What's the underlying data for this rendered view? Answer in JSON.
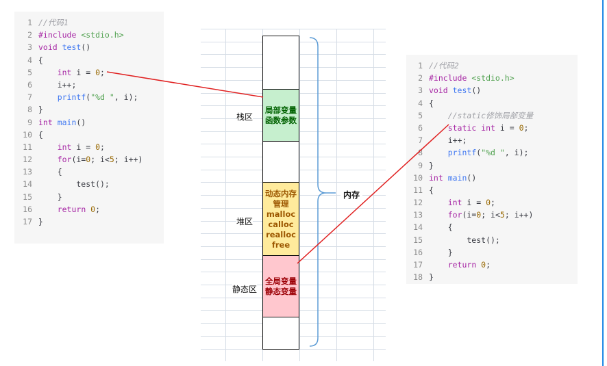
{
  "code1": {
    "lines": [
      {
        "n": "1",
        "parts": [
          [
            "c",
            "//代码1"
          ]
        ]
      },
      {
        "n": "2",
        "parts": [
          [
            "p",
            "#include "
          ],
          [
            "s",
            "<stdio.h>"
          ]
        ]
      },
      {
        "n": "3",
        "parts": [
          [
            "k",
            "void "
          ],
          [
            "f",
            "test"
          ],
          [
            "",
            "()"
          ]
        ]
      },
      {
        "n": "4",
        "parts": [
          [
            "",
            "{"
          ]
        ]
      },
      {
        "n": "5",
        "parts": [
          [
            "",
            "    "
          ],
          [
            "k",
            "int"
          ],
          [
            "",
            " i = "
          ],
          [
            "n",
            "0"
          ],
          [
            "",
            ";"
          ]
        ]
      },
      {
        "n": "6",
        "parts": [
          [
            "",
            "    i++;"
          ]
        ]
      },
      {
        "n": "7",
        "parts": [
          [
            "",
            "    "
          ],
          [
            "f",
            "printf"
          ],
          [
            "",
            "("
          ],
          [
            "s",
            "\"%d \""
          ],
          [
            "",
            ", i);"
          ]
        ]
      },
      {
        "n": "8",
        "parts": [
          [
            "",
            "}"
          ]
        ]
      },
      {
        "n": "9",
        "parts": [
          [
            "k",
            "int "
          ],
          [
            "f",
            "main"
          ],
          [
            "",
            "()"
          ]
        ]
      },
      {
        "n": "10",
        "parts": [
          [
            "",
            "{"
          ]
        ]
      },
      {
        "n": "11",
        "parts": [
          [
            "",
            "    "
          ],
          [
            "k",
            "int"
          ],
          [
            "",
            " i = "
          ],
          [
            "n",
            "0"
          ],
          [
            "",
            ";"
          ]
        ]
      },
      {
        "n": "12",
        "parts": [
          [
            "",
            "    "
          ],
          [
            "k",
            "for"
          ],
          [
            "",
            "(i="
          ],
          [
            "n",
            "0"
          ],
          [
            "",
            "; i<"
          ],
          [
            "n",
            "5"
          ],
          [
            "",
            "; i++)"
          ]
        ]
      },
      {
        "n": "13",
        "parts": [
          [
            "",
            "    {"
          ]
        ]
      },
      {
        "n": "14",
        "parts": [
          [
            "",
            "        test();"
          ]
        ]
      },
      {
        "n": "15",
        "parts": [
          [
            "",
            "    }"
          ]
        ]
      },
      {
        "n": "16",
        "parts": [
          [
            "",
            "    "
          ],
          [
            "k",
            "return "
          ],
          [
            "n",
            "0"
          ],
          [
            "",
            ";"
          ]
        ]
      },
      {
        "n": "17",
        "parts": [
          [
            "",
            "}"
          ]
        ]
      }
    ]
  },
  "code2": {
    "lines": [
      {
        "n": "1",
        "parts": [
          [
            "c",
            "//代码2"
          ]
        ]
      },
      {
        "n": "2",
        "parts": [
          [
            "p",
            "#include "
          ],
          [
            "s",
            "<stdio.h>"
          ]
        ]
      },
      {
        "n": "3",
        "parts": [
          [
            "k",
            "void "
          ],
          [
            "f",
            "test"
          ],
          [
            "",
            "()"
          ]
        ]
      },
      {
        "n": "4",
        "parts": [
          [
            "",
            "{"
          ]
        ]
      },
      {
        "n": "5",
        "parts": [
          [
            "",
            "    "
          ],
          [
            "c",
            "//static修饰局部变量"
          ]
        ]
      },
      {
        "n": "6",
        "parts": [
          [
            "",
            "    "
          ],
          [
            "k",
            "static int"
          ],
          [
            "",
            " i = "
          ],
          [
            "n",
            "0"
          ],
          [
            "",
            ";"
          ]
        ]
      },
      {
        "n": "7",
        "parts": [
          [
            "",
            "    i++;"
          ]
        ]
      },
      {
        "n": "8",
        "parts": [
          [
            "",
            "    "
          ],
          [
            "f",
            "printf"
          ],
          [
            "",
            "("
          ],
          [
            "s",
            "\"%d \""
          ],
          [
            "",
            ", i);"
          ]
        ]
      },
      {
        "n": "9",
        "parts": [
          [
            "",
            "}"
          ]
        ]
      },
      {
        "n": "10",
        "parts": [
          [
            "k",
            "int "
          ],
          [
            "f",
            "main"
          ],
          [
            "",
            "()"
          ]
        ]
      },
      {
        "n": "11",
        "parts": [
          [
            "",
            "{"
          ]
        ]
      },
      {
        "n": "12",
        "parts": [
          [
            "",
            "    "
          ],
          [
            "k",
            "int"
          ],
          [
            "",
            " i = "
          ],
          [
            "n",
            "0"
          ],
          [
            "",
            ";"
          ]
        ]
      },
      {
        "n": "13",
        "parts": [
          [
            "",
            "    "
          ],
          [
            "k",
            "for"
          ],
          [
            "",
            "(i="
          ],
          [
            "n",
            "0"
          ],
          [
            "",
            "; i<"
          ],
          [
            "n",
            "5"
          ],
          [
            "",
            "; i++)"
          ]
        ]
      },
      {
        "n": "14",
        "parts": [
          [
            "",
            "    {"
          ]
        ]
      },
      {
        "n": "15",
        "parts": [
          [
            "",
            "        test();"
          ]
        ]
      },
      {
        "n": "16",
        "parts": [
          [
            "",
            "    }"
          ]
        ]
      },
      {
        "n": "17",
        "parts": [
          [
            "",
            "    "
          ],
          [
            "k",
            "return "
          ],
          [
            "n",
            "0"
          ],
          [
            "",
            ";"
          ]
        ]
      },
      {
        "n": "18",
        "parts": [
          [
            "",
            "}"
          ]
        ]
      }
    ]
  },
  "memory": {
    "stack_region": "栈区",
    "heap_region": "堆区",
    "static_region": "静态区",
    "stack_cell": [
      "局部变量",
      "函数参数"
    ],
    "heap_cell": [
      "动态内存",
      "管理",
      "malloc",
      "calloc",
      "realloc",
      "free"
    ],
    "static_cell": [
      "全局变量",
      "静态变量"
    ],
    "brace_label": "内存"
  },
  "colors": {
    "arrow": "#e02020",
    "brace": "#5b9bd5",
    "stack_fill": "#c6efce",
    "heap_fill": "#ffeb9c",
    "static_fill": "#ffc7ce"
  }
}
